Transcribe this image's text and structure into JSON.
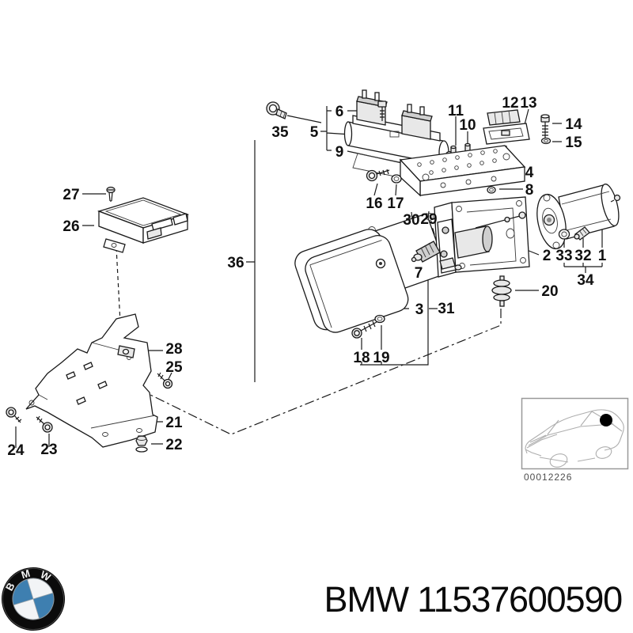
{
  "diagram": {
    "callouts": {
      "1": "1",
      "2": "2",
      "3": "3",
      "4": "4",
      "5": "5",
      "6": "6",
      "7": "7",
      "8": "8",
      "9": "9",
      "10": "10",
      "11": "11",
      "12": "12",
      "13": "13",
      "14": "14",
      "15": "15",
      "16": "16",
      "17": "17",
      "18": "18",
      "19": "19",
      "20": "20",
      "21": "21",
      "22": "22",
      "23": "23",
      "24": "24",
      "25": "25",
      "26": "26",
      "27": "27",
      "28": "28",
      "29": "29",
      "30": "30",
      "31": "31",
      "32": "32",
      "33": "33",
      "34": "34",
      "35": "35",
      "36": "36"
    },
    "inset_number": "00012226"
  },
  "footer": {
    "brand": "BMW",
    "part_number": "11537600590",
    "logo_letters": {
      "b": "B",
      "m": "M",
      "w": "W"
    }
  }
}
